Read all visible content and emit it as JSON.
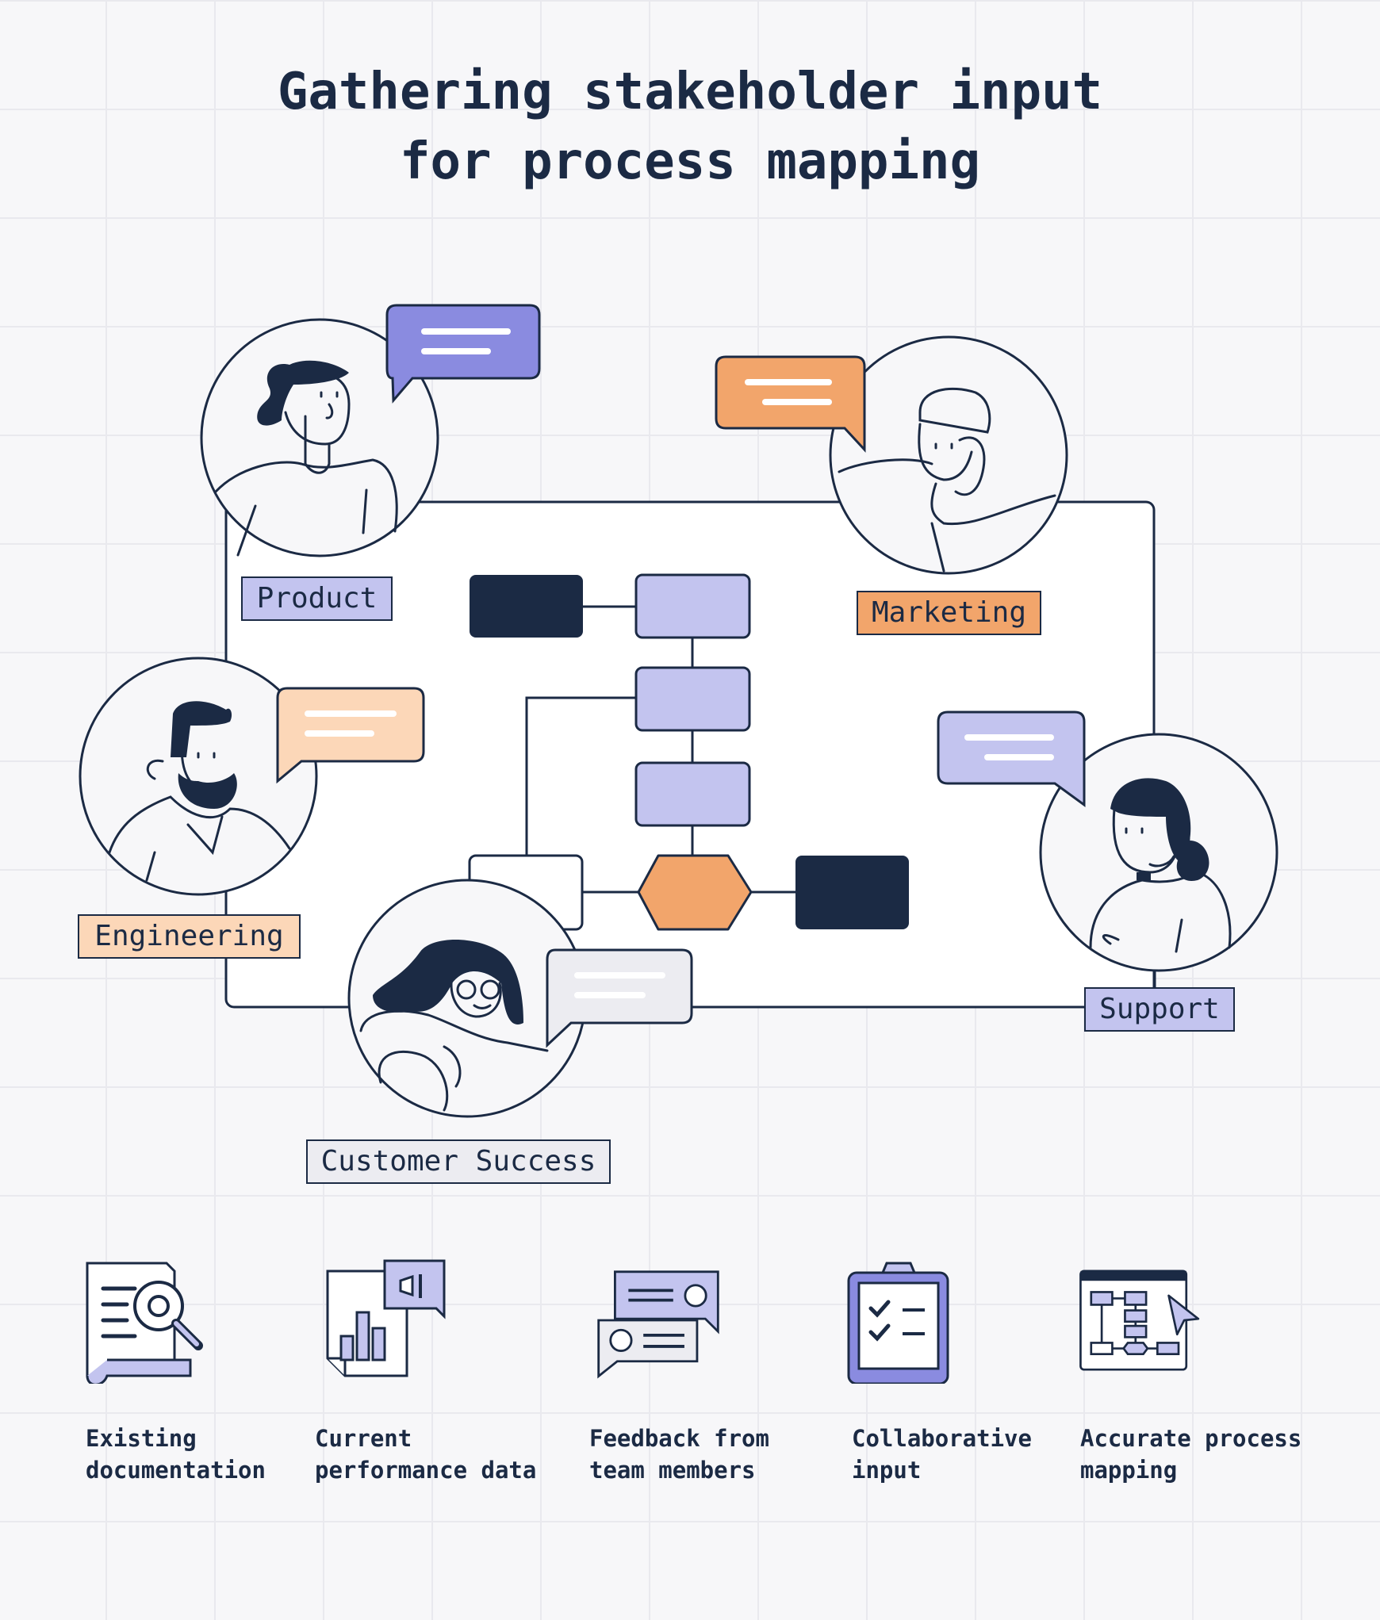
{
  "title": {
    "line1": "Gathering stakeholder input",
    "line2": "for process mapping"
  },
  "stakeholders": [
    {
      "label": "Product",
      "color": "#c3c4ef"
    },
    {
      "label": "Marketing",
      "color": "#f2a56b"
    },
    {
      "label": "Engineering",
      "color": "#fcd7b8"
    },
    {
      "label": "Support",
      "color": "#c3c4ef"
    },
    {
      "label": "Customer Success",
      "color": "#ececf1"
    }
  ],
  "inputs": [
    {
      "line1": "Existing",
      "line2": "documentation",
      "icon": "document-search-icon"
    },
    {
      "line1": "Current",
      "line2": "performance data",
      "icon": "report-chart-icon"
    },
    {
      "line1": "Feedback from",
      "line2": "team members",
      "icon": "chat-feedback-icon"
    },
    {
      "line1": "Collaborative",
      "line2": "input",
      "icon": "clipboard-checklist-icon"
    },
    {
      "line1": "Accurate process",
      "line2": "mapping",
      "icon": "flowchart-window-icon"
    }
  ],
  "colors": {
    "navy": "#1b2a44",
    "lavender": "#c3c4ef",
    "orange": "#f2a56b",
    "peach": "#fcd7b8",
    "grey": "#ececf1"
  }
}
